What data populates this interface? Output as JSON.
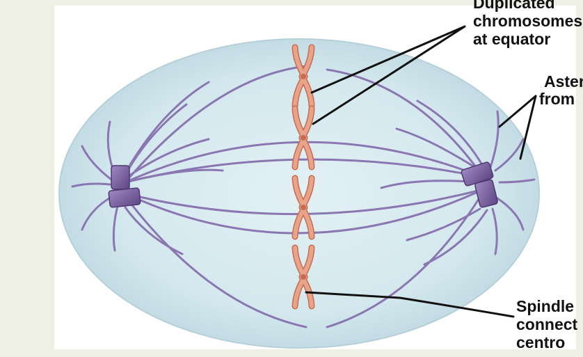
{
  "labels": {
    "chromosomes": [
      "Duplicated",
      "chromosomes",
      "at equator"
    ],
    "asters": [
      "Asters",
      "from"
    ],
    "spindle": [
      "Spindle",
      "connect",
      "centro"
    ]
  },
  "colors": {
    "page_bg": "#eef0e6",
    "cell_fill": "#d4e9ef",
    "cell_edge": "#bdd7e0",
    "fiber": "#8a76b0",
    "centrosome": "#7b5fa0",
    "chromosome": "#e8a48a",
    "chromosome_edge": "#c96b4e",
    "leader": "#111111"
  }
}
